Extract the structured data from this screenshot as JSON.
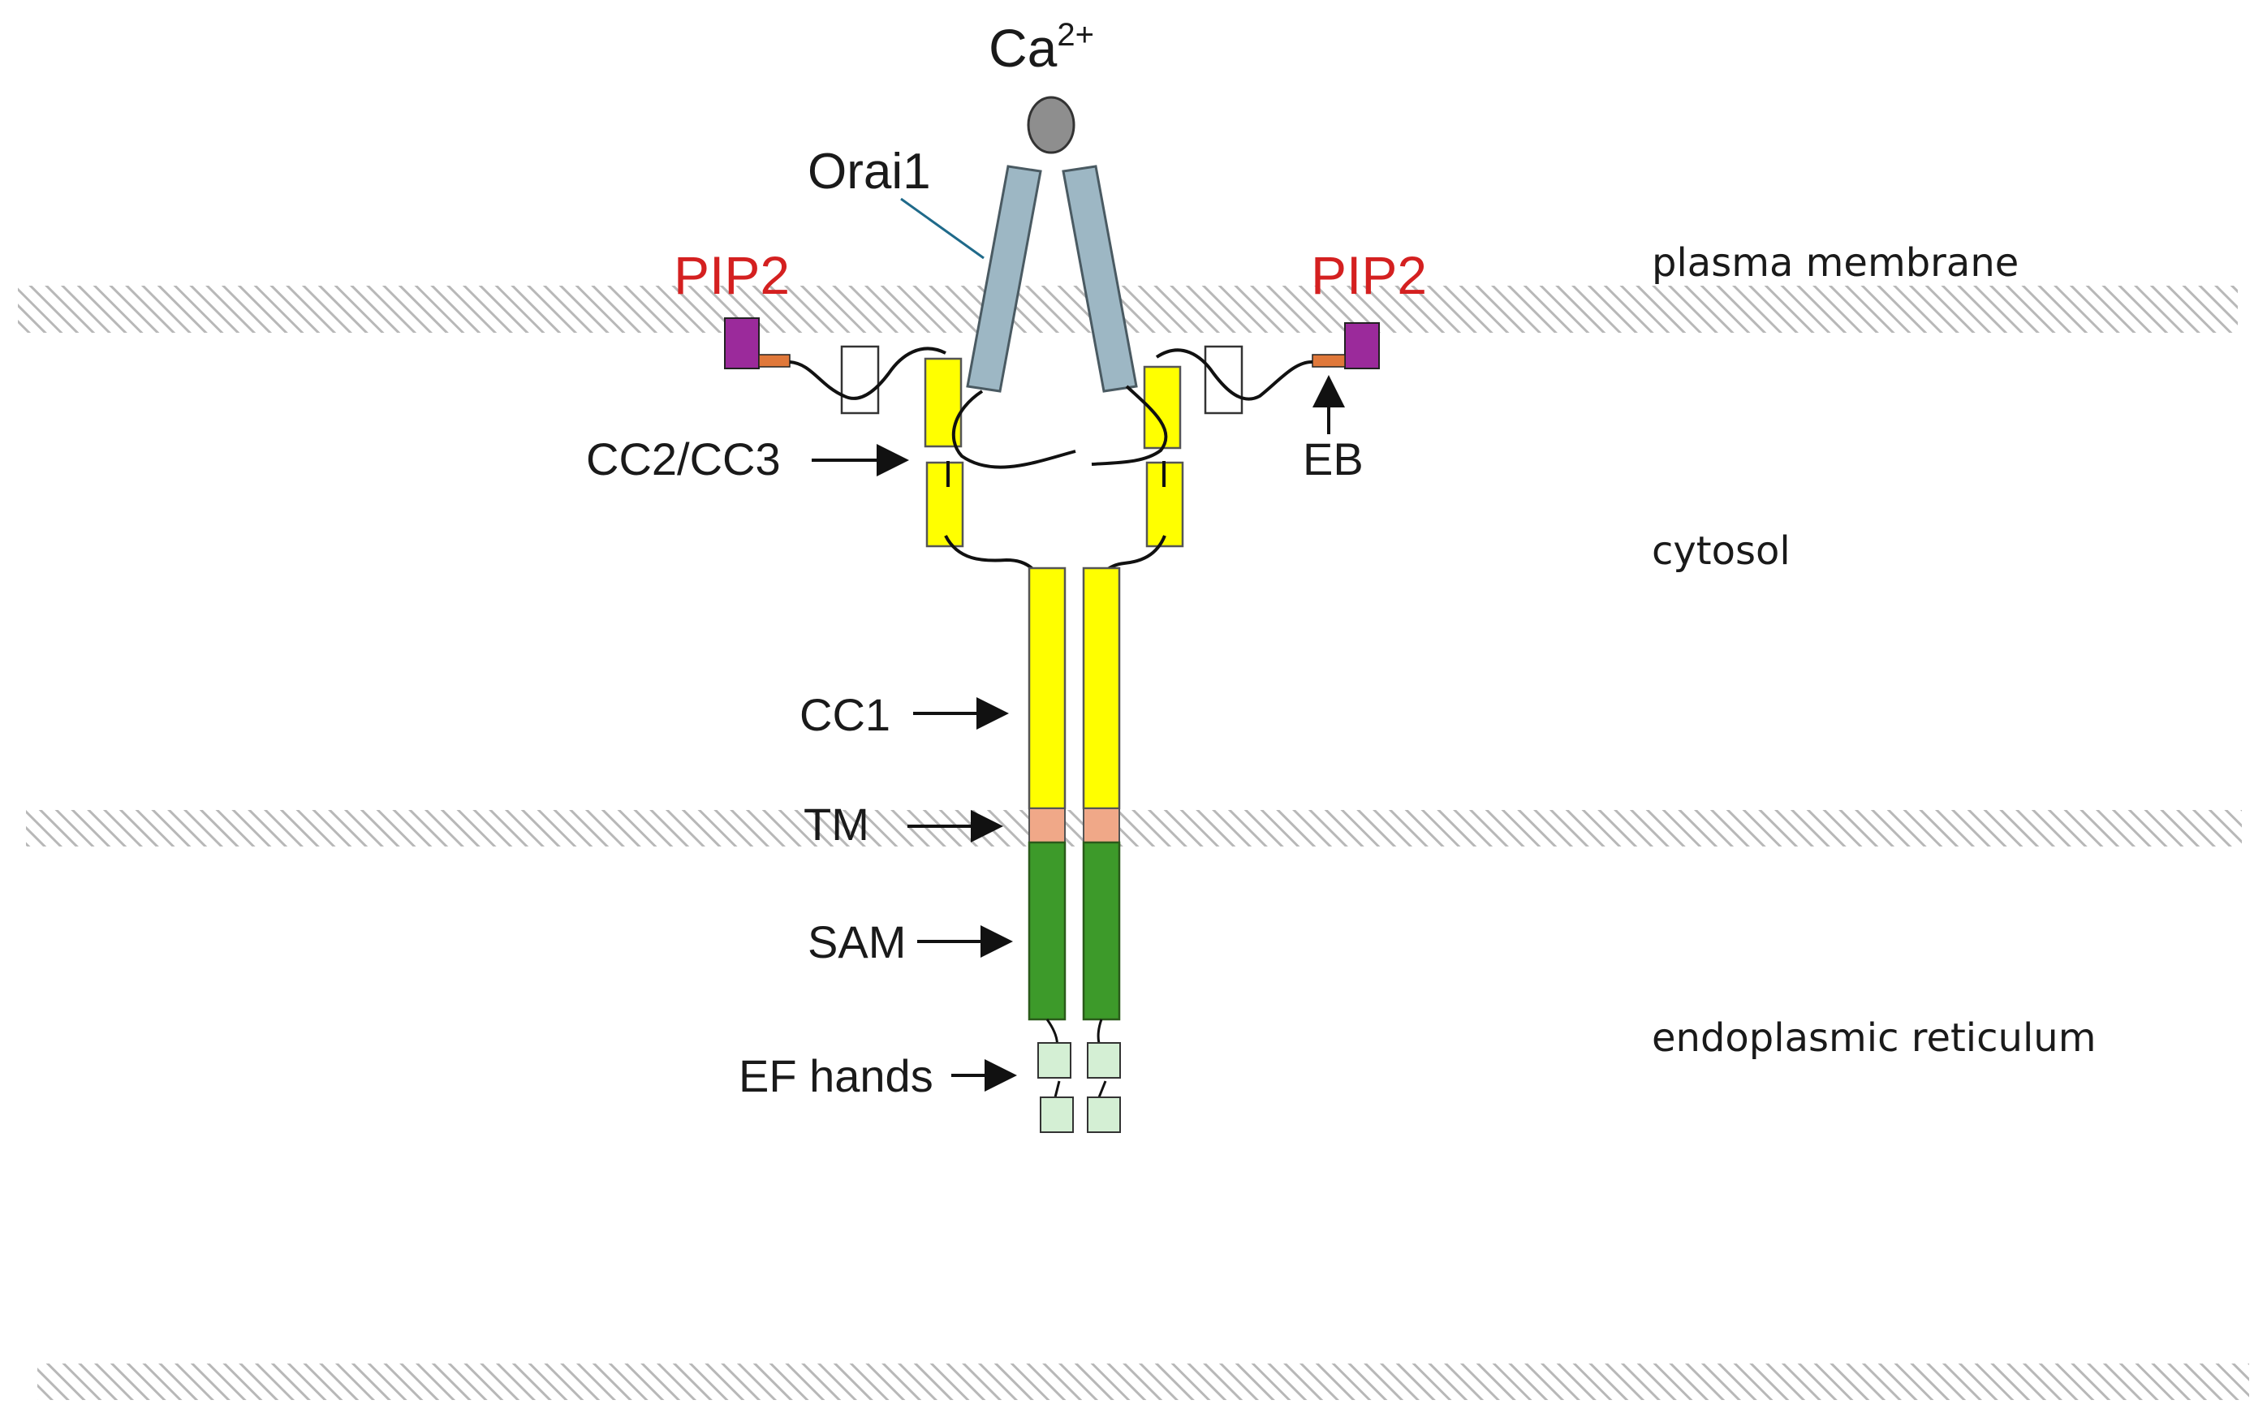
{
  "labels": {
    "ion": "Ca",
    "ion_charge": "2+",
    "channel": "Orai1",
    "lipid_left": "PIP2",
    "lipid_right": "PIP2",
    "cc2_cc3": "CC2/CC3",
    "eb": "EB",
    "cc1": "CC1",
    "tm": "TM",
    "sam": "SAM",
    "ef_hands": "EF hands"
  },
  "layers": {
    "plasma_membrane": "plasma membrane",
    "cytosol": "cytosol",
    "er": "endoplasmic reticulum"
  },
  "colors": {
    "membrane_hatch": "#b8b8b8",
    "orai": "#9db7c4",
    "calcium": "#8e8e8e",
    "coiled_coil": "#ffff00",
    "tm": "#f0a888",
    "sam": "#3d9a2a",
    "ef": "#d4efd4",
    "pip2_purple": "#9b2a9b",
    "pip2_orange": "#e0783a",
    "pip2_label": "#d42020",
    "orai_pointer": "#1f6a8a"
  }
}
